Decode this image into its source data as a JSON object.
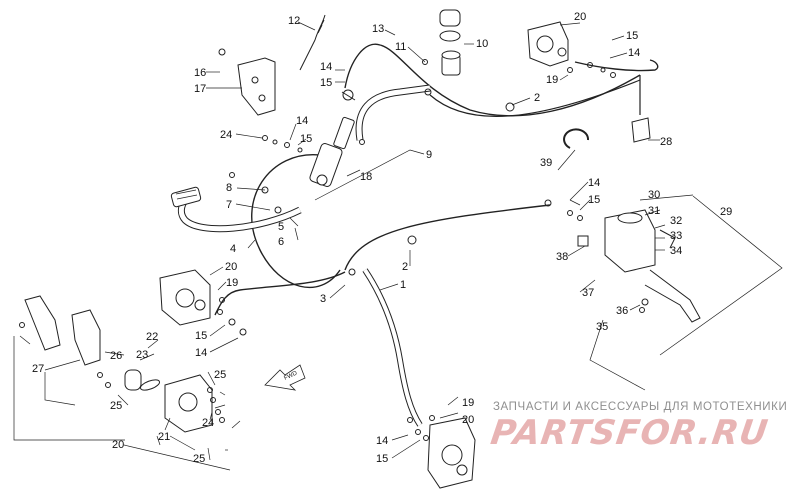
{
  "callouts": {
    "c1": "1",
    "c2a": "2",
    "c2b": "2",
    "c3": "3",
    "c4": "4",
    "c5": "5",
    "c6": "6",
    "c7": "7",
    "c8": "8",
    "c9": "9",
    "c10": "10",
    "c11": "11",
    "c12": "12",
    "c13": "13",
    "c14a": "14",
    "c14b": "14",
    "c14c": "14",
    "c14d": "14",
    "c14e": "14",
    "c14f": "14",
    "c15a": "15",
    "c15b": "15",
    "c15c": "15",
    "c15d": "15",
    "c15e": "15",
    "c15f": "15",
    "c16": "16",
    "c17": "17",
    "c18": "18",
    "c19a": "19",
    "c19b": "19",
    "c19c": "19",
    "c20a": "20",
    "c20b": "20",
    "c20c": "20",
    "c20d": "20",
    "c21": "21",
    "c22": "22",
    "c23": "23",
    "c24a": "24",
    "c24b": "24",
    "c25a": "25",
    "c25b": "25",
    "c25c": "25",
    "c26": "26",
    "c27": "27",
    "c28": "28",
    "c29": "29",
    "c30": "30",
    "c31": "31",
    "c32": "32",
    "c33": "33",
    "c34": "34",
    "c35": "35",
    "c36": "36",
    "c37": "37",
    "c38": "38",
    "c39": "39"
  },
  "fwd_label": "FWD",
  "watermark": {
    "line1": "ЗАПЧАСТИ И АКСЕССУАРЫ ДЛЯ МОТОТЕХНИКИ",
    "line2": "PARTSFOR.RU"
  }
}
